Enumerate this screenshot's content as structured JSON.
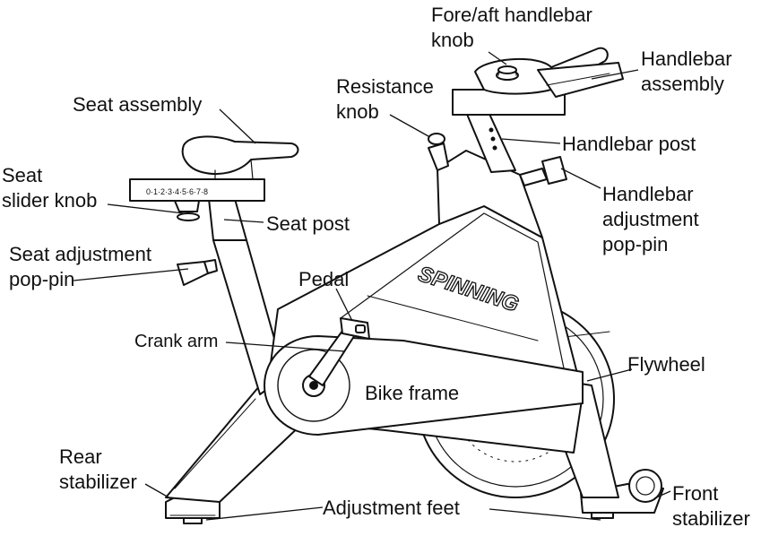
{
  "labels": {
    "fore_aft_knob": "Fore/aft handlebar\nknob",
    "handlebar_assembly": "Handlebar\nassembly",
    "resistance_knob": "Resistance\nknob",
    "seat_assembly": "Seat assembly",
    "handlebar_post": "Handlebar post",
    "seat_slider_knob": "Seat\nslider knob",
    "handlebar_adjustment_pop_pin": "Handlebar\nadjustment\npop-pin",
    "seat_post": "Seat post",
    "seat_adjustment_pop_pin": "Seat adjustment\npop-pin",
    "pedal": "Pedal",
    "crank_arm": "Crank arm",
    "flywheel": "Flywheel",
    "bike_frame": "Bike frame",
    "rear_stabilizer": "Rear\nstabilizer",
    "adjustment_feet": "Adjustment feet",
    "front_stabilizer": "Front\nstabilizer"
  },
  "brand_text": "SPINNING",
  "seat_scale": "0·1·2·3·4·5·6·7·8"
}
